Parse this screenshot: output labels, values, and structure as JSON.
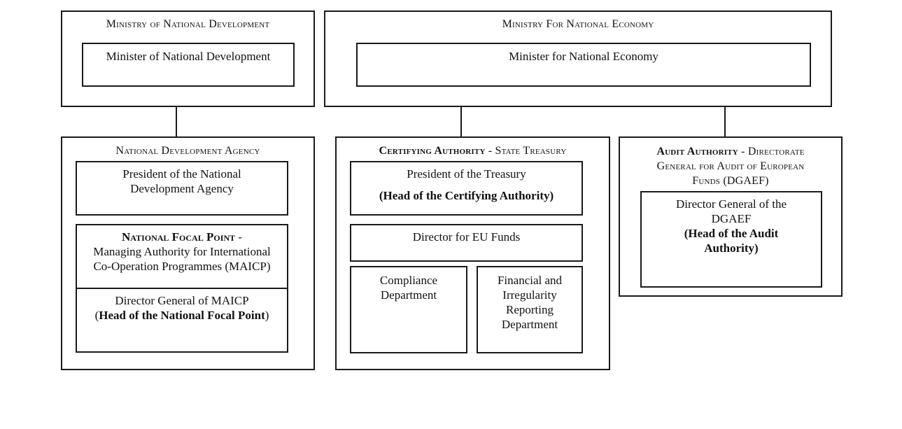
{
  "ministry_dev": {
    "title": "Ministry of National Development",
    "minister": "Minister of National Development"
  },
  "ministry_econ": {
    "title": "Ministry For National Economy",
    "minister": "Minister for National Economy"
  },
  "nda": {
    "title": "National Development Agency",
    "president_line1": "President of the National",
    "president_line2": "Development Agency",
    "focal_bold": "National Focal Point",
    "focal_dash": " -",
    "focal_line2": "Managing Authority for International",
    "focal_line3": "Co-Operation Programmes (MAICP)",
    "dg_line1": "Director General of MAICP",
    "dg_line2_open": "(",
    "dg_line2_bold": "Head of the National Focal Point",
    "dg_line2_close": ")"
  },
  "ca": {
    "title_bold": "Certifying Authority",
    "title_rest": " - State Treasury",
    "president_line1": "President of the Treasury",
    "president_line2": "(Head of the Certifying Authority)",
    "director": "Director for EU Funds",
    "compliance_line1": "Compliance",
    "compliance_line2": "Department",
    "financial_line1": "Financial and",
    "financial_line2": "Irregularity",
    "financial_line3": "Reporting",
    "financial_line4": "Department"
  },
  "aa": {
    "title_bold": "Audit Authority",
    "title_rest1": " - Directorate",
    "title_line2": "General for Audit of European",
    "title_line3": "Funds (DGAEF)",
    "dg_line1": "Director General of the",
    "dg_line2": "DGAEF",
    "dg_line3": "(Head of the Audit",
    "dg_line4": "Authority)"
  }
}
